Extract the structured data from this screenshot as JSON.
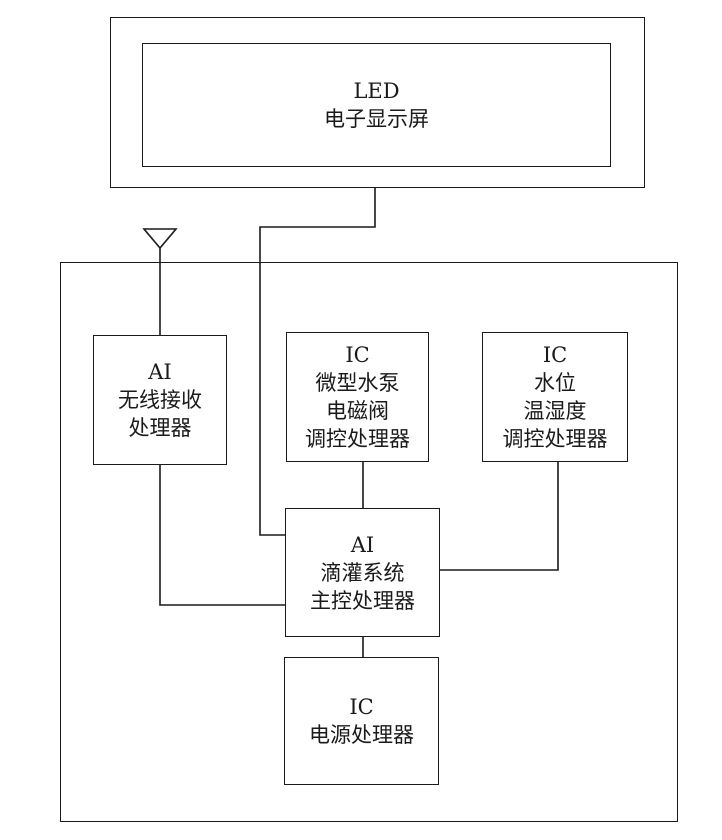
{
  "diagram": {
    "led_display": {
      "lines": [
        "LED",
        "电子显示屏"
      ]
    },
    "ai_wireless": {
      "lines": [
        "AI",
        "无线接收",
        "处理器"
      ]
    },
    "ic_pump": {
      "lines": [
        "IC",
        "微型水泵",
        "电磁阀",
        "调控处理器"
      ]
    },
    "ic_water": {
      "lines": [
        "IC",
        "水位",
        "温湿度",
        "调控处理器"
      ]
    },
    "ai_main": {
      "lines": [
        "AI",
        "滴灌系统",
        "主控处理器"
      ]
    },
    "ic_power": {
      "lines": [
        "IC",
        "电源处理器"
      ]
    }
  }
}
